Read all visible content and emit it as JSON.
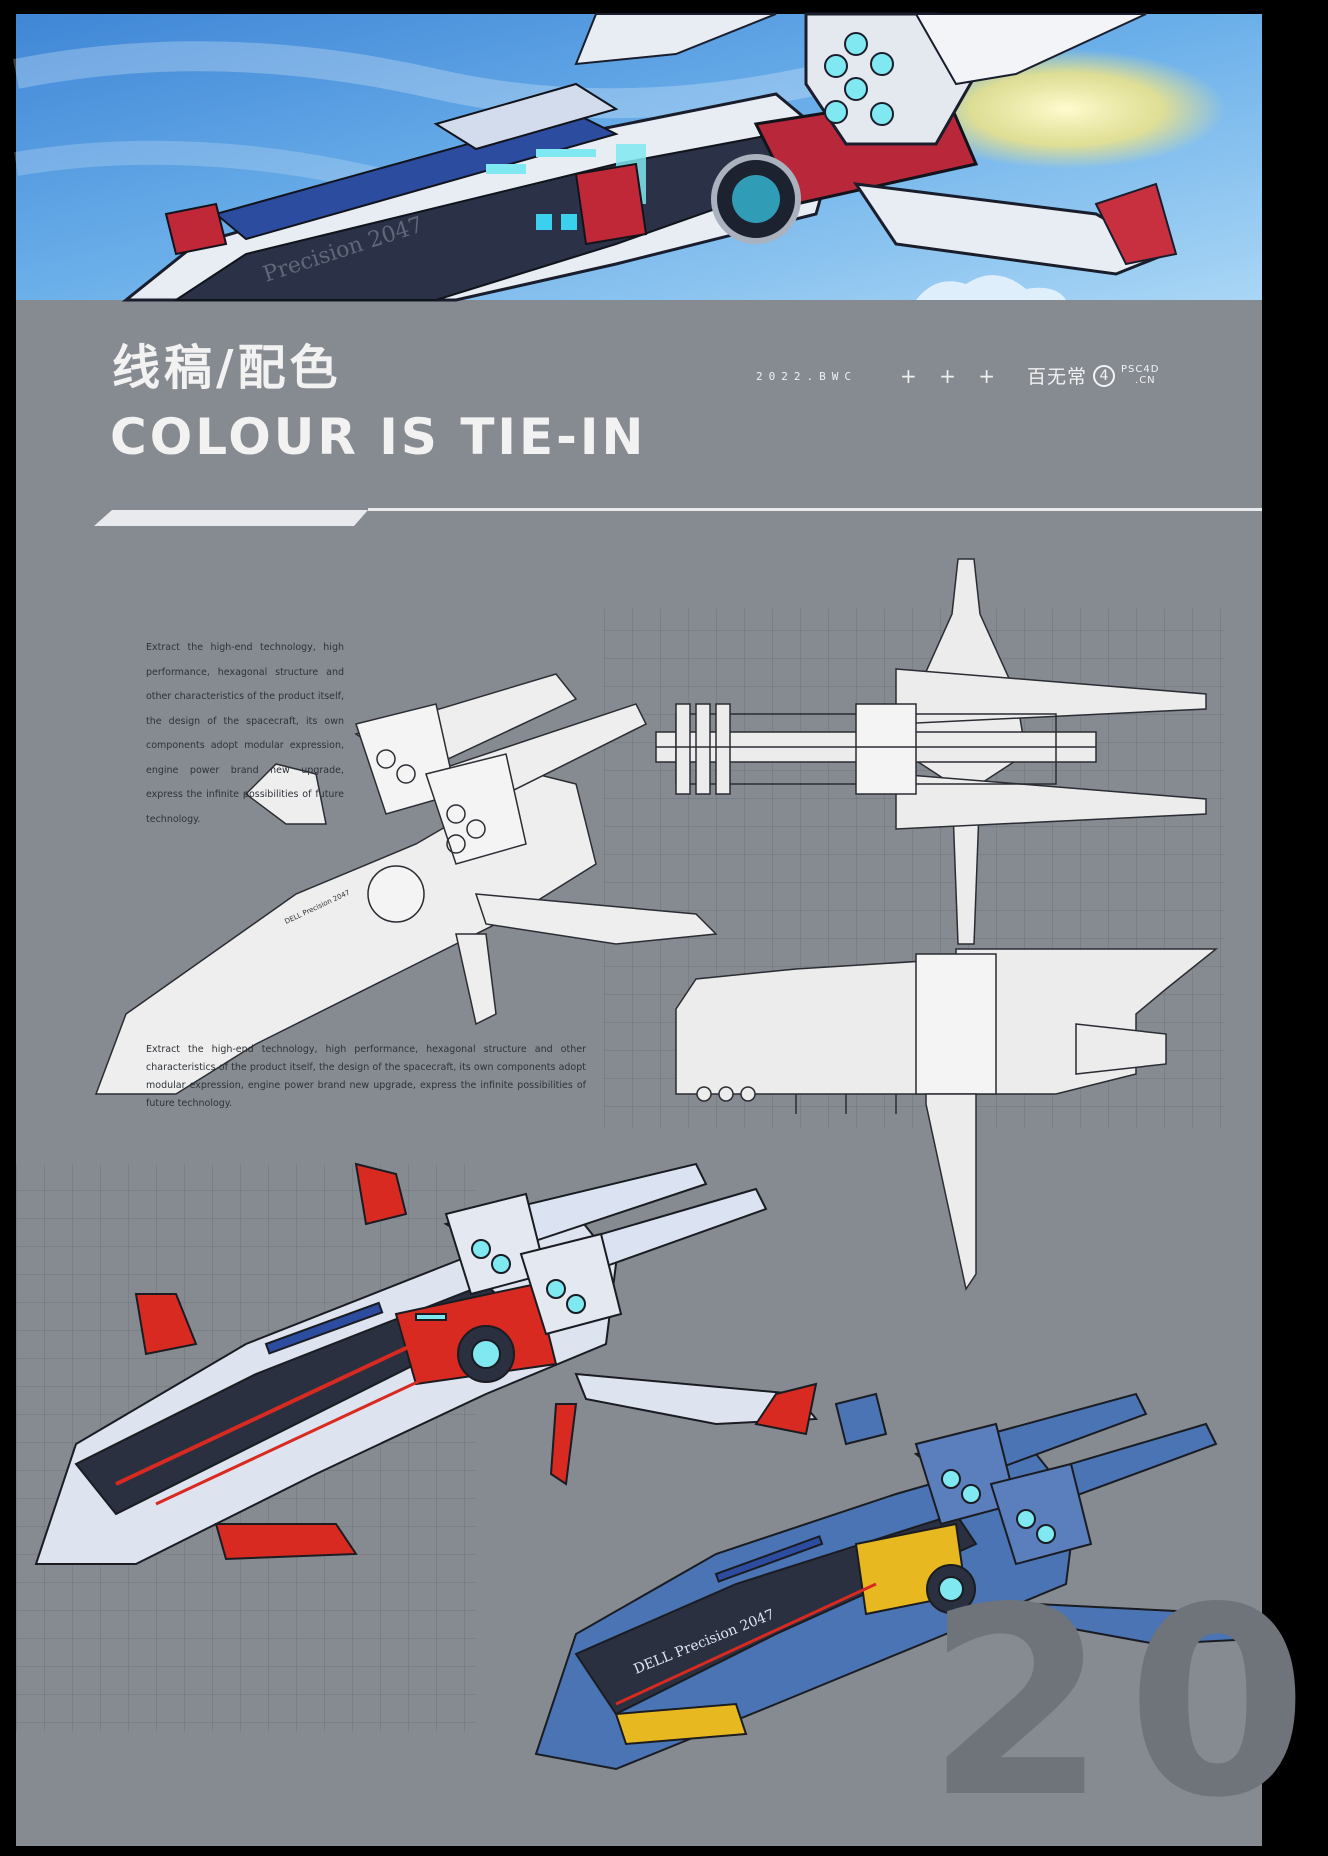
{
  "header": {
    "title_cn": "线稿/配色",
    "title_en": "COLOUR IS TIE-IN",
    "date_code": "2022.BWC",
    "plus_marks": "+ + +",
    "brand_cn": "百无常",
    "brand_num": "4",
    "brand_site_line1": "PSC4D",
    "brand_site_line2": ".CN"
  },
  "text": {
    "paragraph_top": "Extract the high-end technology, high performance, hexagonal structure and other characteristics of the product itself, the design of the spacecraft, its own components adopt modular expression, engine power brand new upgrade, express the infinite possibilities of future technology.",
    "paragraph_bottom": "Extract the high-end technology, high performance, hexagonal structure and other characteristics of the product itself, the design of the spacecraft, its own components adopt modular expression, engine power brand new upgrade, express the infinite possibilities of future technology."
  },
  "decor": {
    "big_number": "20",
    "hull_marking": "DELL Precision 2047",
    "hero_marking": "Precision 2047"
  },
  "colors": {
    "panel_bg": "#868b92",
    "grid_line": "#6e737a",
    "accent_red": "#d82a20",
    "accent_blue": "#4a74b4",
    "accent_yellow": "#e8b820",
    "glow_cyan": "#7fe8f0",
    "sky_blue": "#5b9fe0"
  }
}
